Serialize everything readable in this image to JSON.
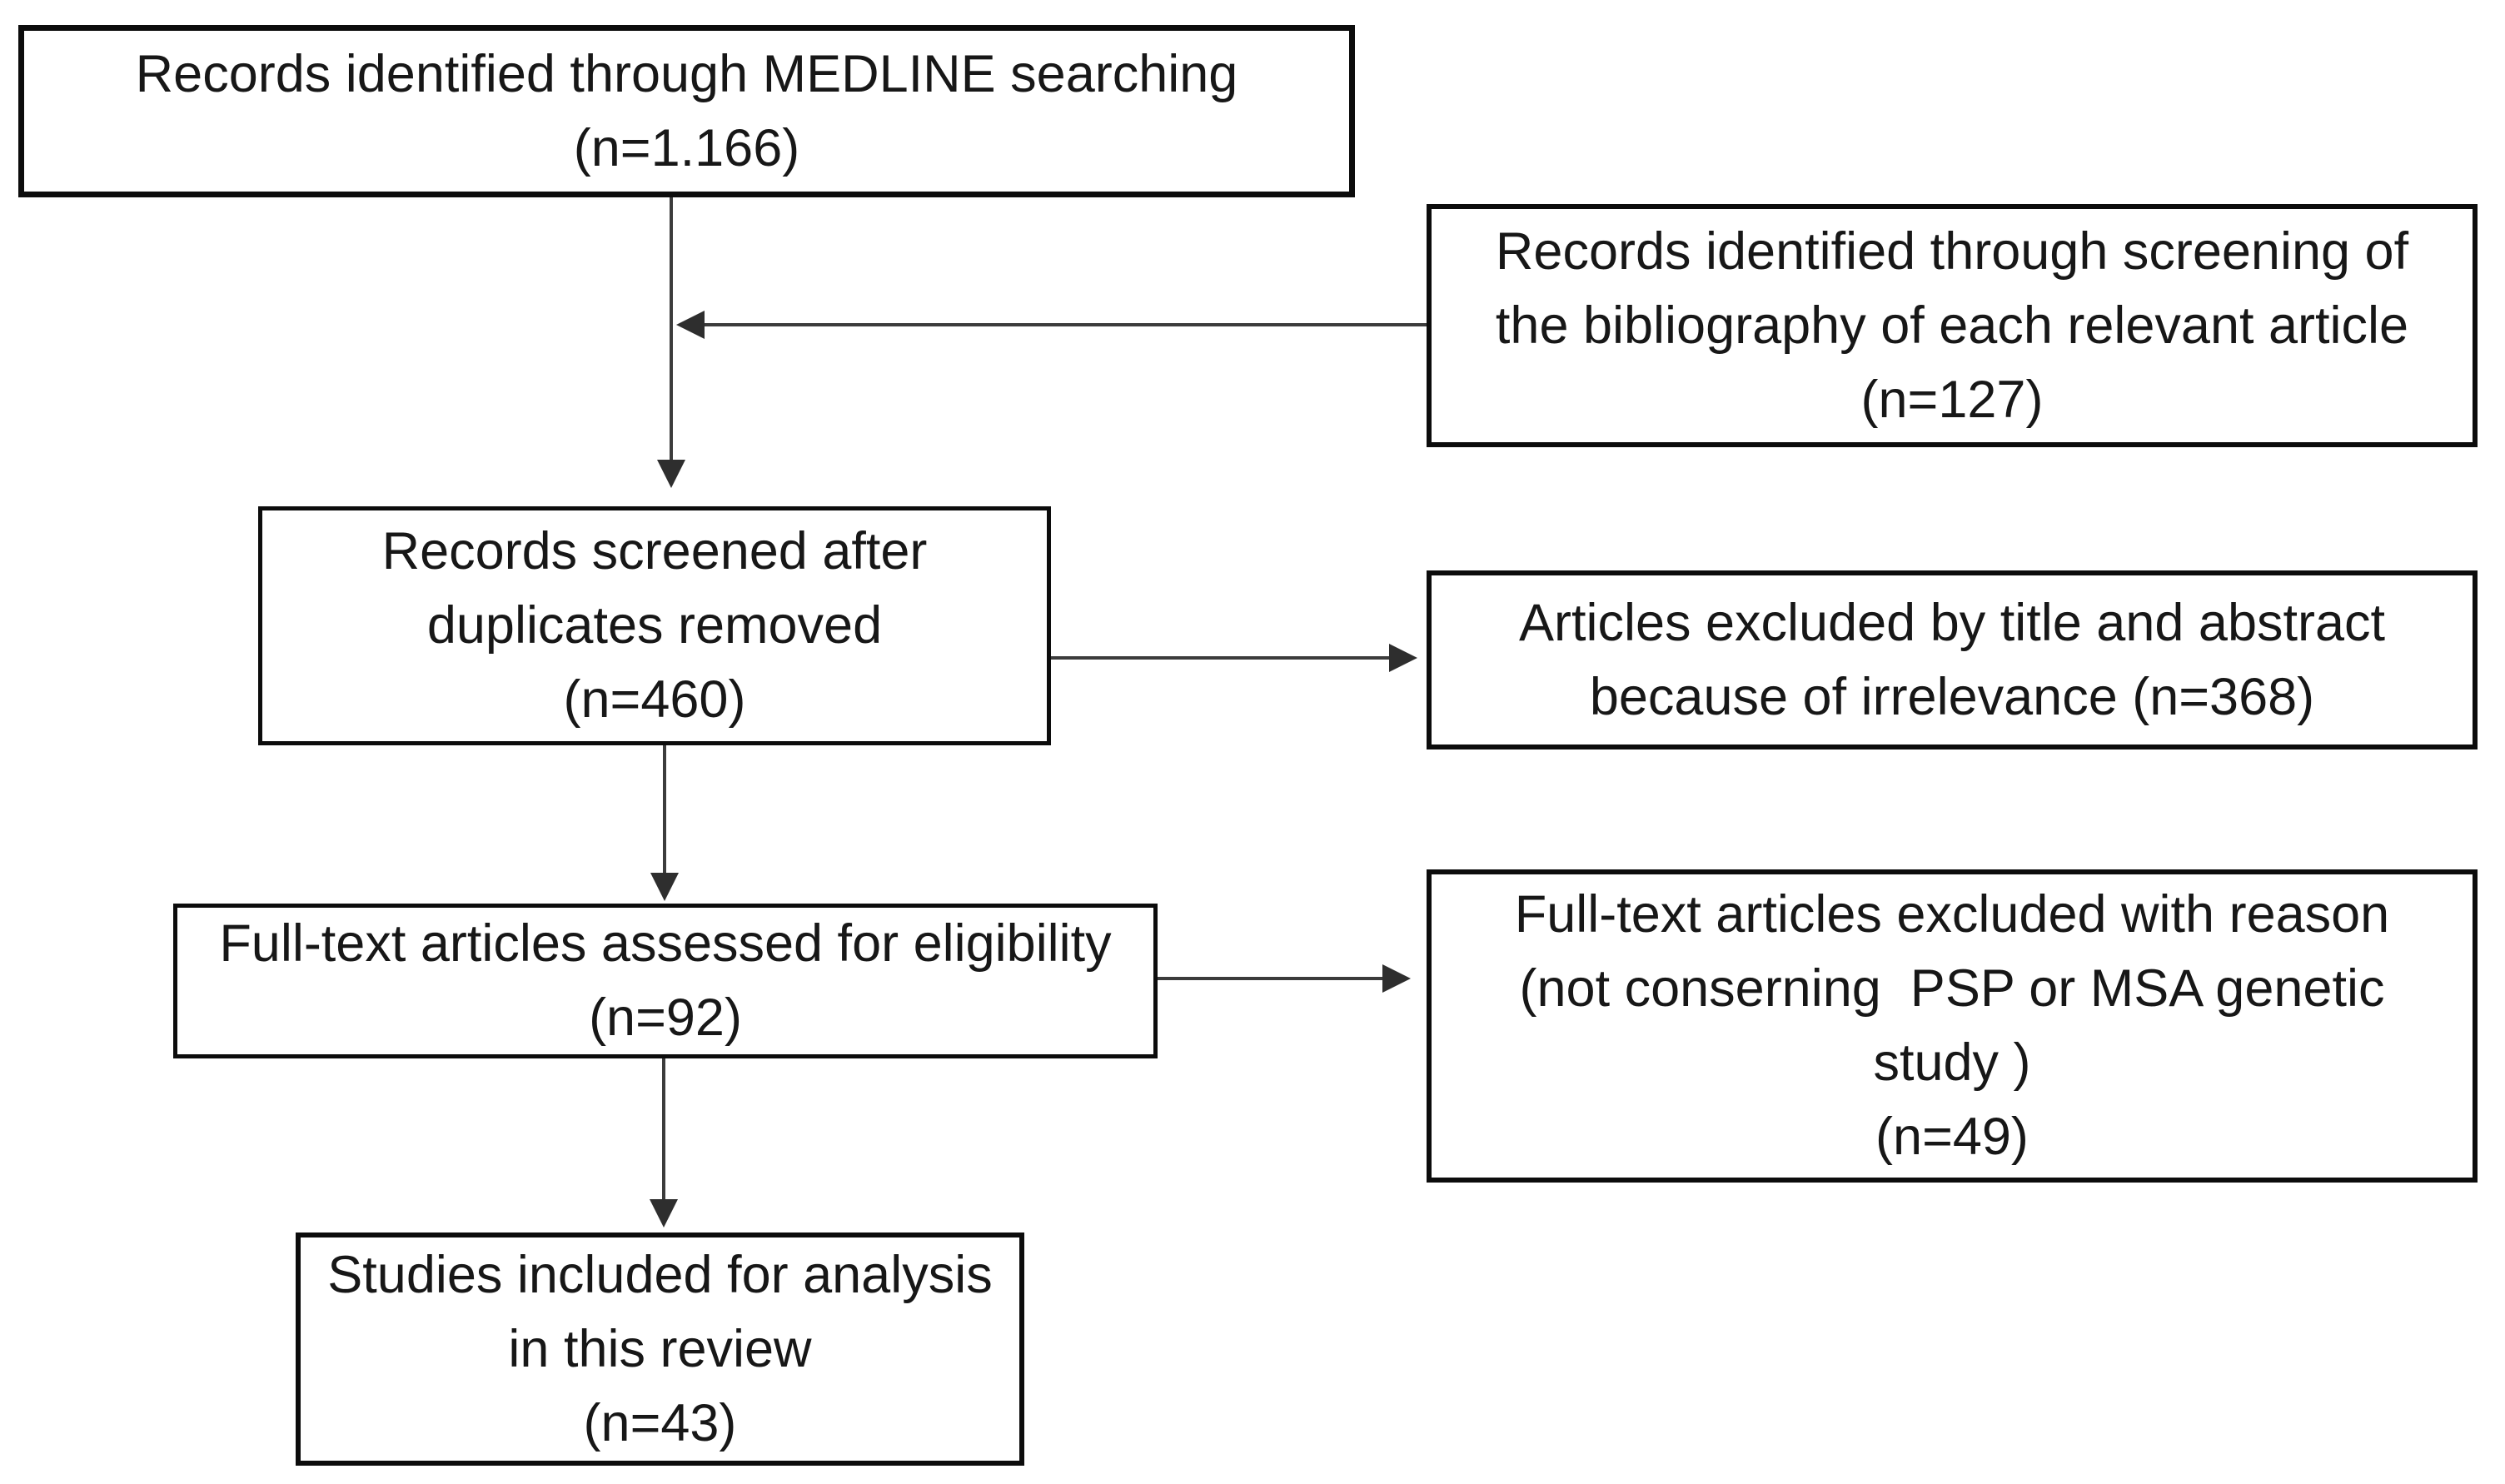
{
  "boxes": {
    "medline": {
      "text": "Records identified through MEDLINE searching\n(n=1.166)"
    },
    "bibliography": {
      "text": "Records identified through screening of\nthe bibliography of each relevant article\n(n=127)"
    },
    "screened": {
      "text": "Records screened after\nduplicates removed\n(n=460)"
    },
    "excluded_title_abstract": {
      "text": "Articles excluded by title and abstract\nbecause of irrelevance (n=368)"
    },
    "fulltext_assessed": {
      "text": "Full-text articles assessed for eligibility\n(n=92)"
    },
    "fulltext_excluded": {
      "text": "Full-text articles excluded with reason\n(not conserning  PSP or MSA genetic\nstudy )\n(n=49)"
    },
    "included": {
      "text": "Studies included for analysis\nin this review\n(n=43)"
    }
  }
}
